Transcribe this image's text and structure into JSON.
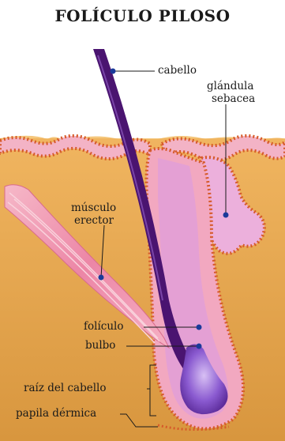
{
  "title": "FOLÍCULO PILOSO",
  "labels": {
    "cabello": "cabello",
    "glandula_line1": "glándula",
    "glandula_line2": "sebacea",
    "musculo_line1": "músculo",
    "musculo_line2": "erector",
    "foliculo": "folículo",
    "bulbo": "bulbo",
    "raiz": "raíz del cabello",
    "papila": "papila dérmica"
  },
  "colors": {
    "background_top": "#ffffff",
    "skin_dermis": "#e2a24a",
    "epidermis": "#d65a2a",
    "follicle_wall": "#f2a8c0",
    "follicle_inner": "#e7a0d8",
    "hair_shaft": "#4a1470",
    "bulb": "#8a5ad0",
    "muscle": "#f08aa8"
  }
}
